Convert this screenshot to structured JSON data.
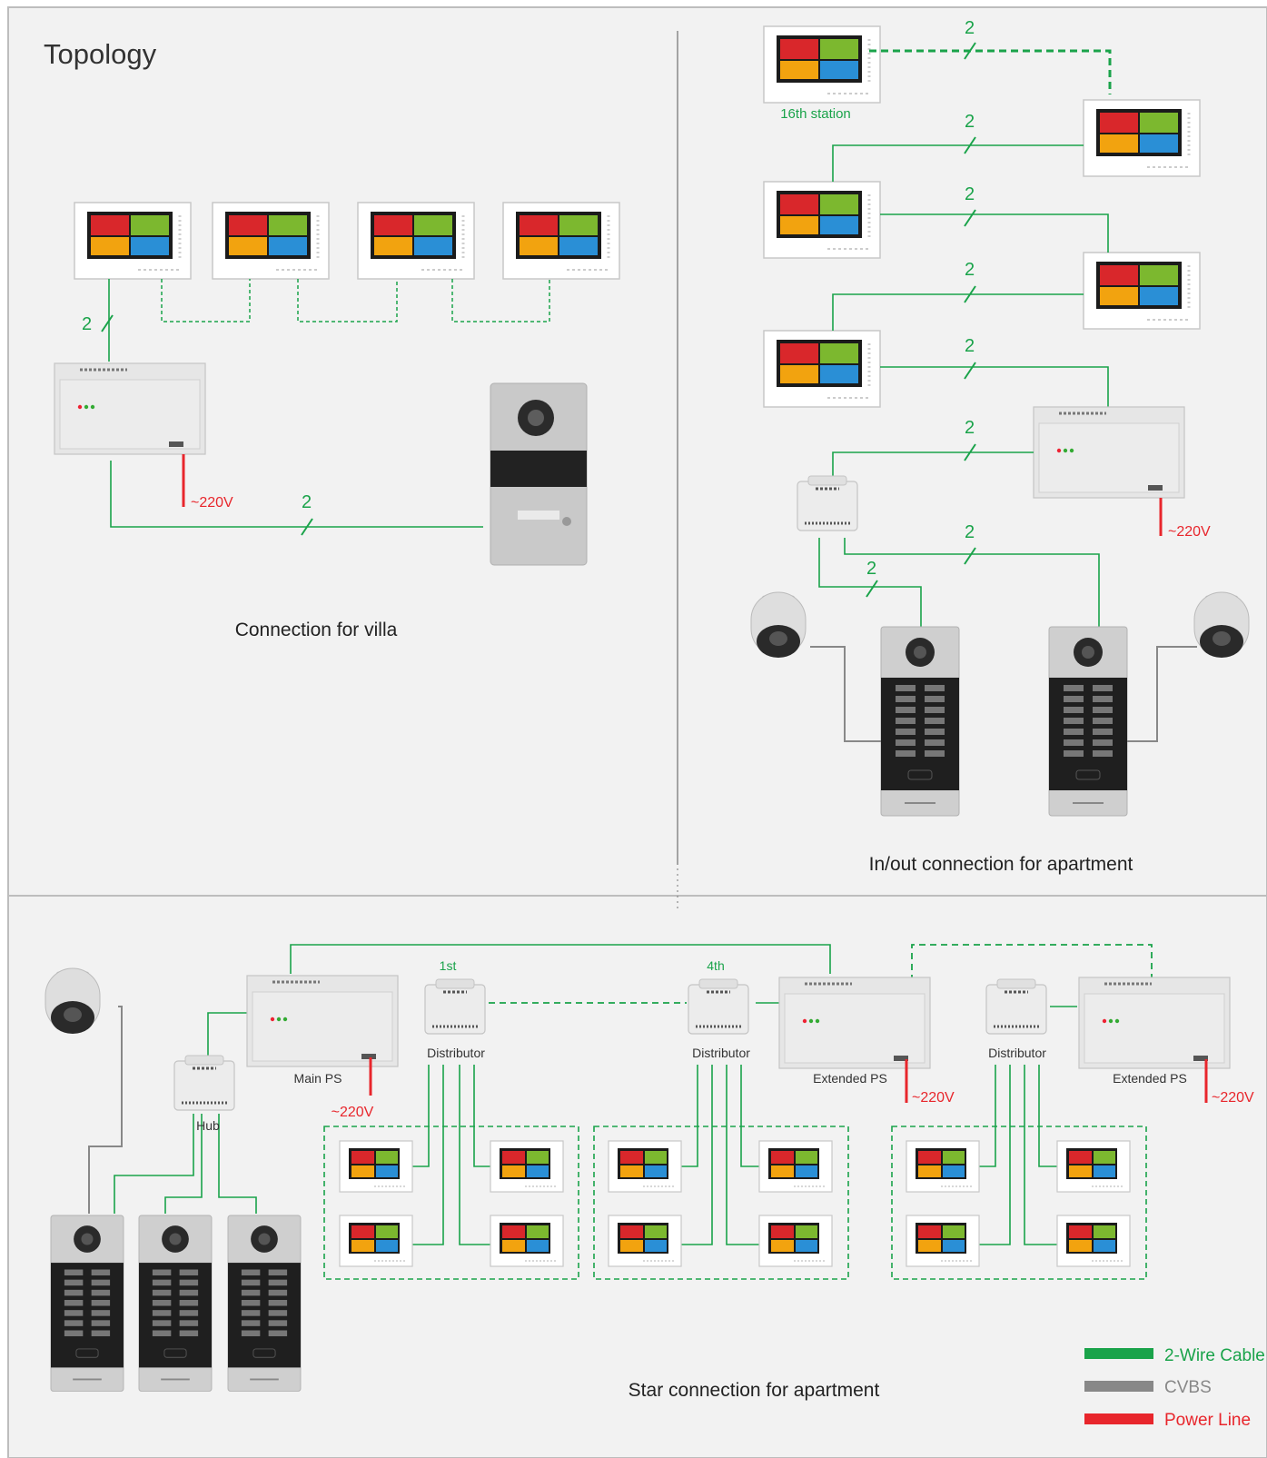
{
  "title": "Topology",
  "villa": {
    "caption": "Connection for villa",
    "wire_count": "2",
    "voltage": "~220V"
  },
  "apartment_inout": {
    "caption": "In/out connection for apartment",
    "station_label": "16th station",
    "wire_count": "2",
    "voltage": "~220V"
  },
  "apartment_star": {
    "caption": "Star connection for apartment",
    "hub_label": "Hub",
    "main_ps_label": "Main PS",
    "extended_ps_label": "Extended PS",
    "distributor_label": "Distributor",
    "first_label": "1st",
    "fourth_label": "4th",
    "voltage": "~220V"
  },
  "legend": [
    {
      "label": "2-Wire Cable",
      "color": "#1aa34a"
    },
    {
      "label": "CVBS",
      "color": "#888888"
    },
    {
      "label": "Power Line",
      "color": "#e8262c"
    }
  ],
  "colors": {
    "wire": "#1aa34a",
    "cvbs": "#888888",
    "power": "#e8262c",
    "panel_bg": "#f2f2f2",
    "border": "#b9b9b9"
  }
}
